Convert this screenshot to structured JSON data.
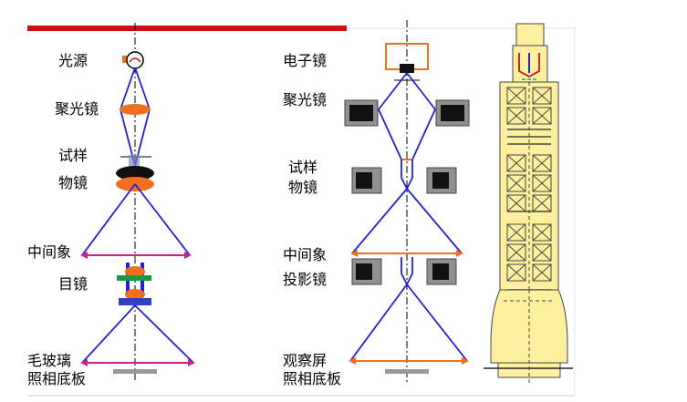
{
  "optical_microscope": {
    "labels": {
      "light_source": "光源",
      "condenser": "聚光镜",
      "specimen": "试样",
      "objective": "物镜",
      "intermediate_image": "中间象",
      "eyepiece": "目镜",
      "ground_glass": "毛玻璃",
      "photo_plate": "照相底板"
    }
  },
  "electron_microscope": {
    "labels": {
      "electron_gun": "电子镜",
      "condenser": "聚光镜",
      "specimen": "试样",
      "objective": "物镜",
      "intermediate_image": "中间象",
      "projector": "投影镜",
      "screen": "观察屏",
      "photo_plate": "照相底板"
    }
  },
  "colors": {
    "ray": "#2222cc",
    "lens_orange": "#f07020",
    "image_line": "#cc2288",
    "coil_gray": "#909090",
    "column_yellow": "#fff0a0",
    "top_bar": "#cc1111"
  }
}
